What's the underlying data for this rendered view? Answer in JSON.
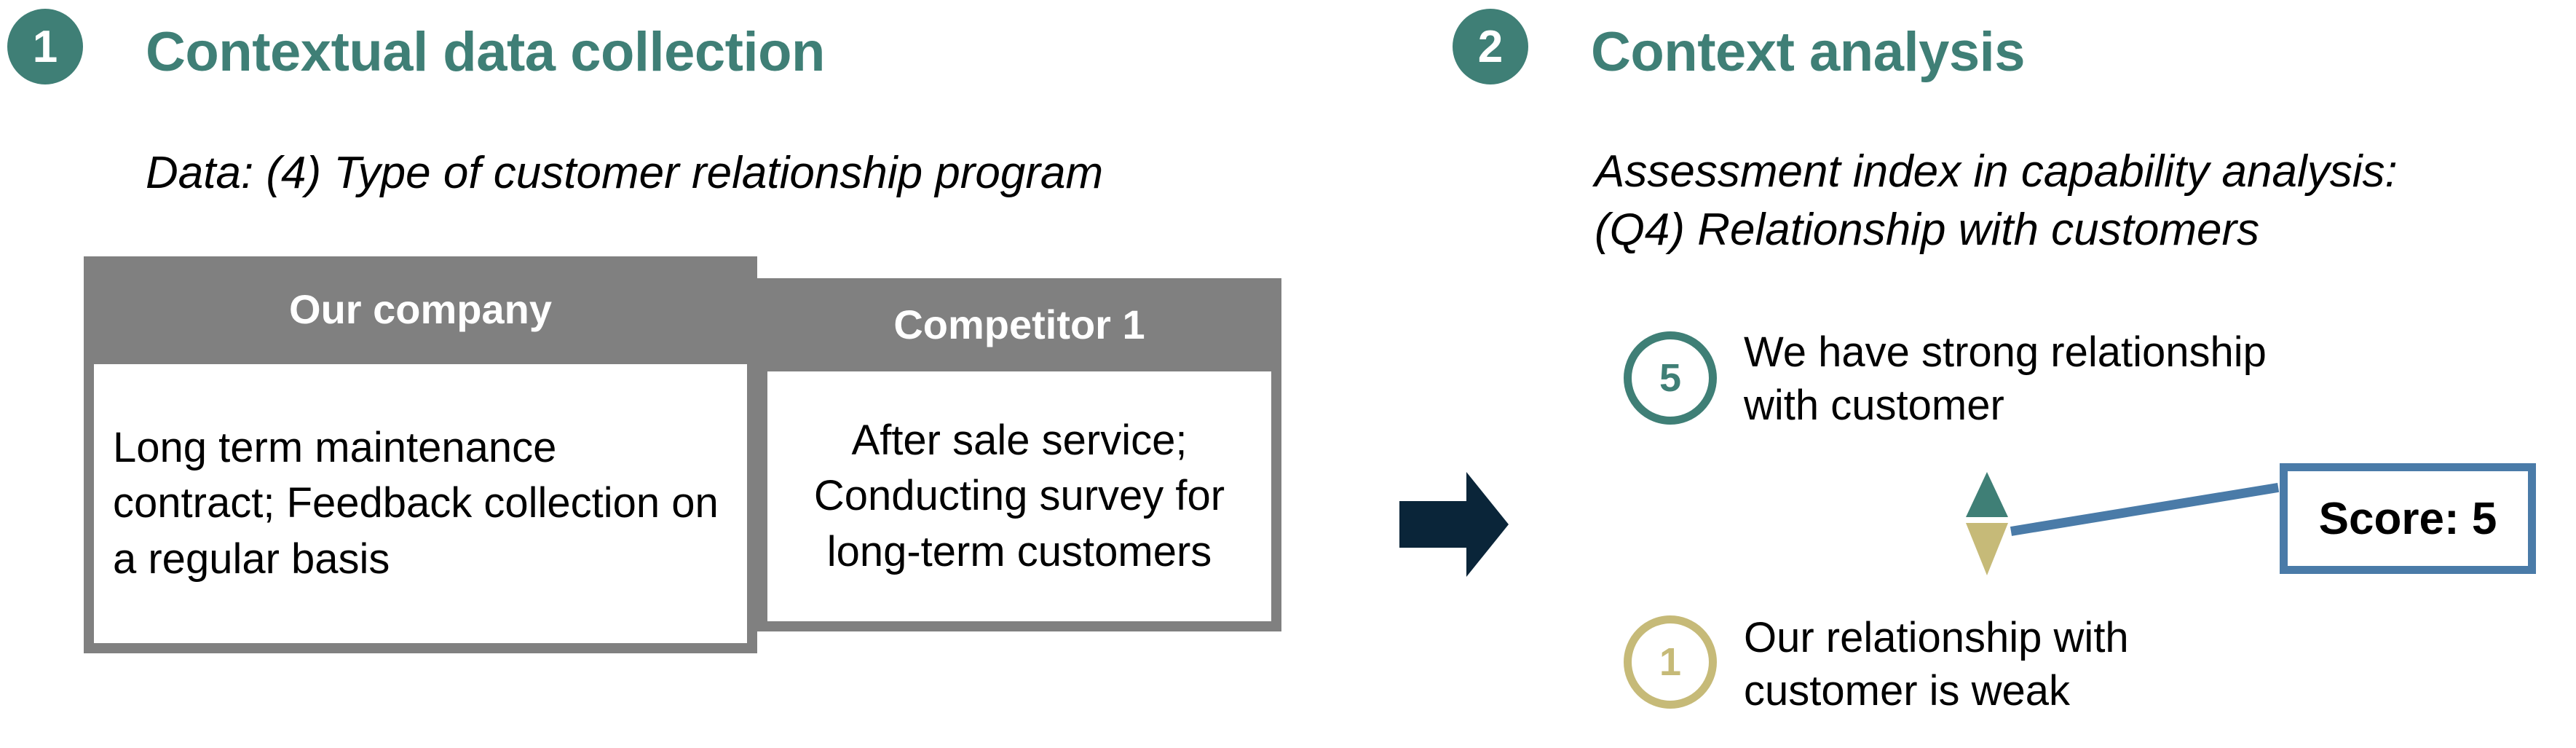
{
  "colors": {
    "teal": "#3f7f76",
    "gold": "#c6ba78",
    "gray_header": "#808080",
    "navy_arrow": "#0a2539",
    "blue_accent": "#4a7ba8",
    "white": "#ffffff",
    "black": "#000000"
  },
  "steps": [
    {
      "number": "1",
      "title": "Contextual data collection",
      "subtitle": "Data: (4) Type of customer relationship program"
    },
    {
      "number": "2",
      "title": "Context analysis",
      "subtitle_line1": "Assessment index in capability analysis:",
      "subtitle_line2": "(Q4) Relationship with customers"
    }
  ],
  "comparison_table": {
    "columns": [
      {
        "header": "Our company",
        "content": "Long term maintenance contract; Feedback collection on a regular basis"
      },
      {
        "header": "Competitor 1",
        "content": "After sale service; Conducting survey for long-term customers"
      }
    ]
  },
  "flow": {
    "arrow_icon": "right-arrow-icon"
  },
  "rating_scale": {
    "top": {
      "value": "5",
      "label_line1": "We have strong relationship",
      "label_line2": "with customer"
    },
    "bottom": {
      "value": "1",
      "label_line1": "Our relationship with",
      "label_line2": "customer is weak"
    },
    "marker_icon": "updown-slider-marker-icon",
    "score_box": {
      "label": "Score: 5"
    }
  }
}
